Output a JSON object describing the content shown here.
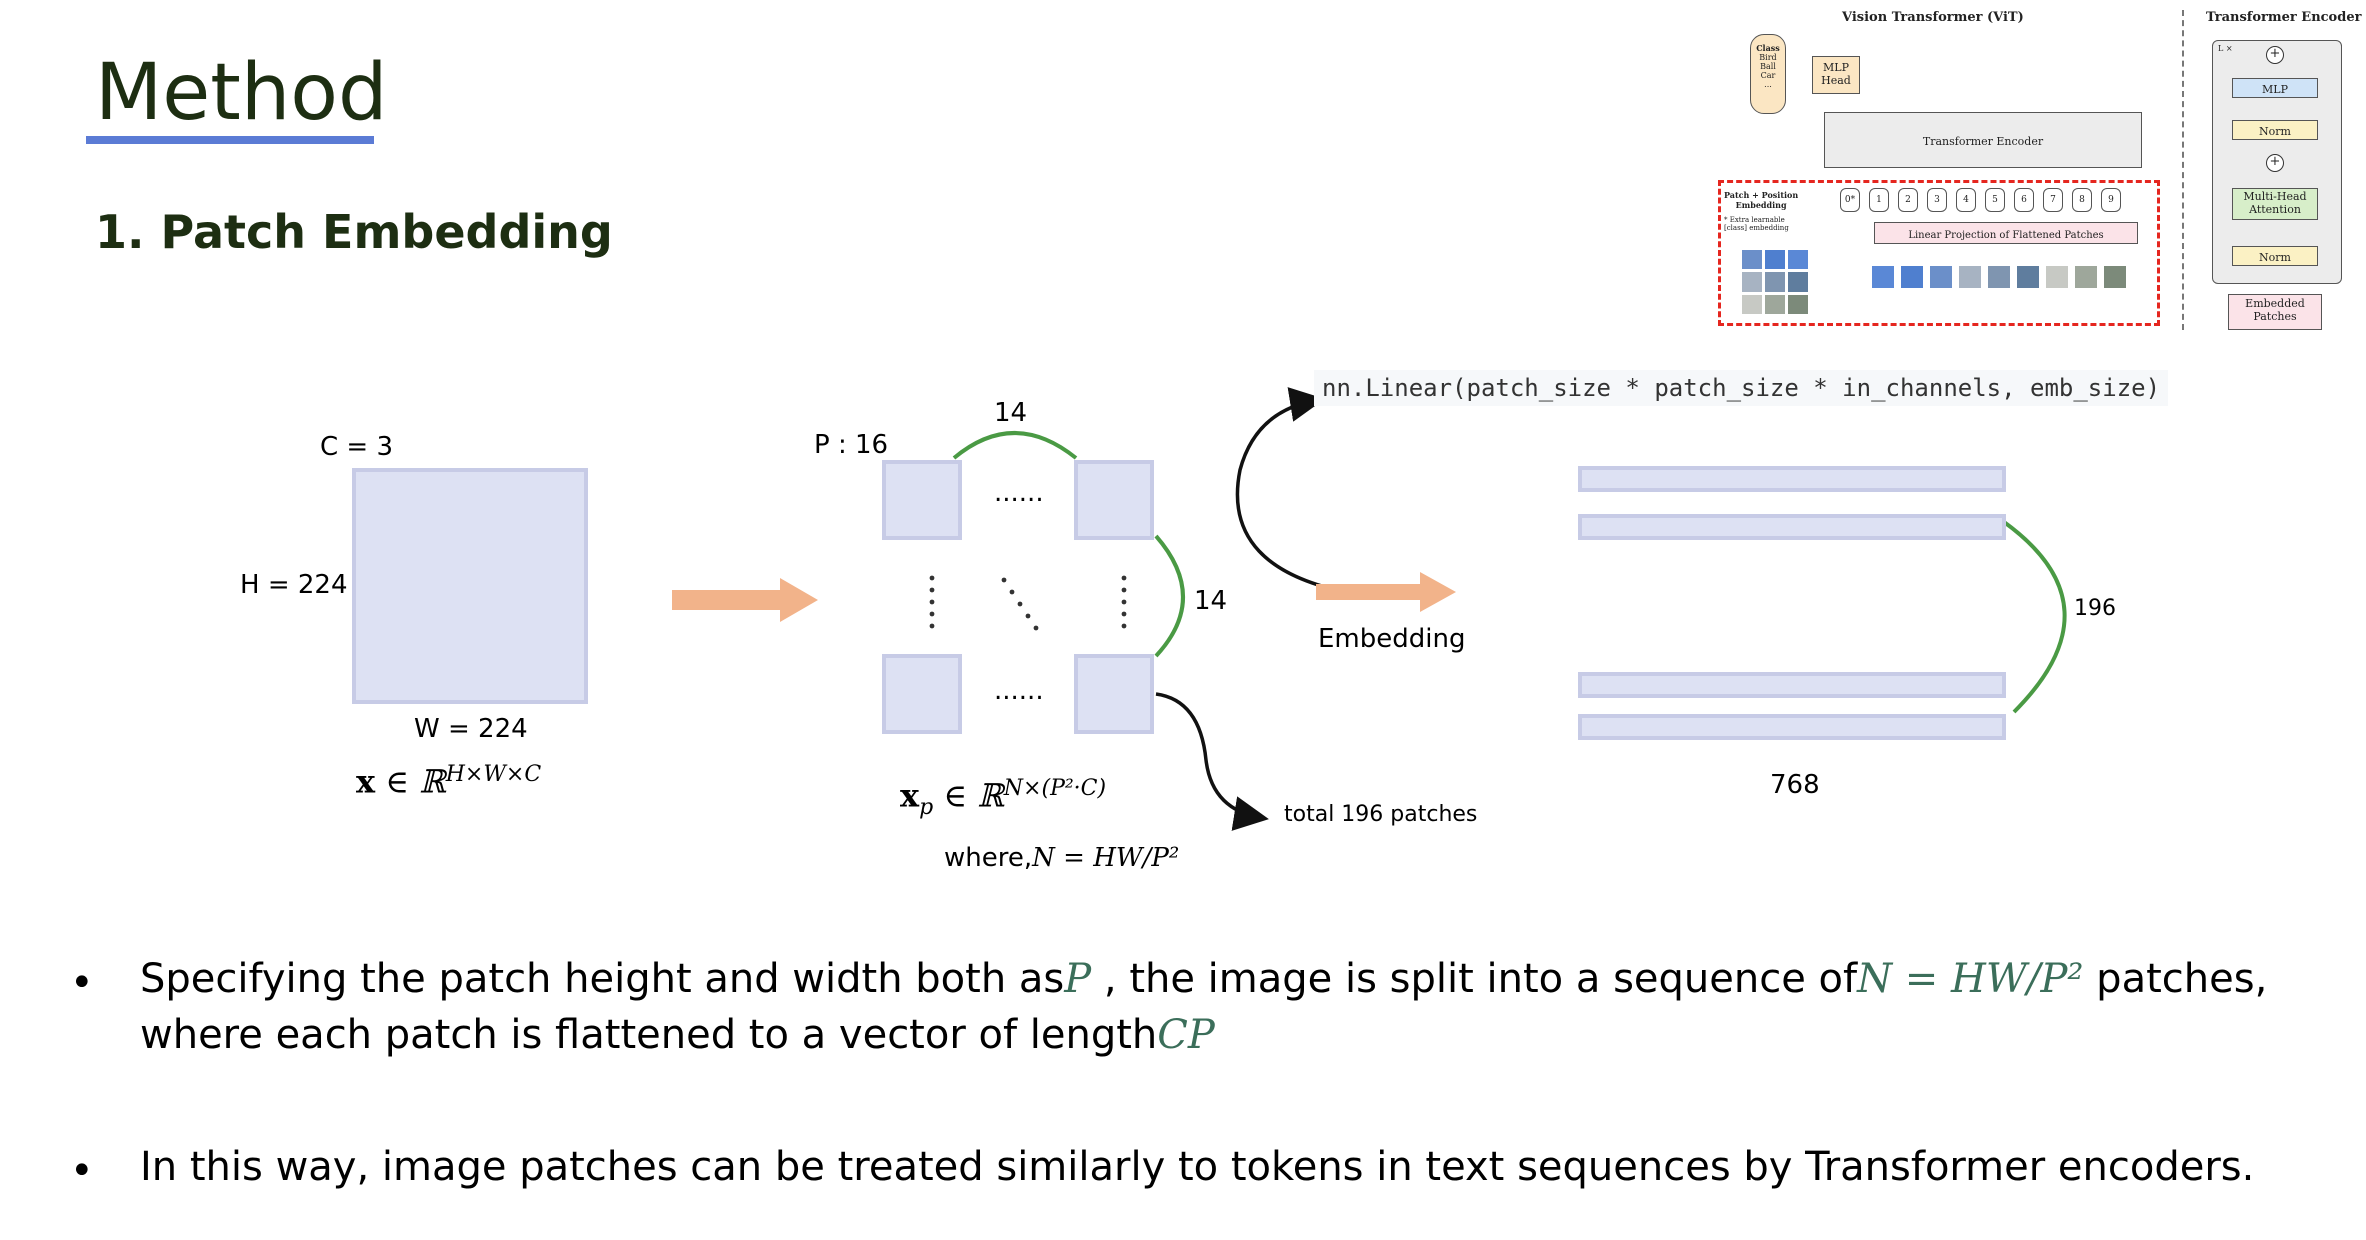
{
  "slide": {
    "title": "Method",
    "subtitle": "1. Patch Embedding"
  },
  "image_block": {
    "c_label": "C = 3",
    "h_label": "H = 224",
    "w_label": "W = 224",
    "formula": "x ∈ ℝ^{H×W×C}"
  },
  "patch_block": {
    "p_label": "P : 16",
    "top_count": "14",
    "side_count": "14",
    "dots_h": "......",
    "formula": "x_p ∈ ℝ^{N×(P²·C)}",
    "where_label": "where,",
    "where_formula": "N = HW/P²",
    "total_label": "total 196 patches"
  },
  "embedding_block": {
    "code": "nn.Linear(patch_size * patch_size * in_channels, emb_size)",
    "embedding_label": "Embedding",
    "count_label": "196",
    "dim_label": "768"
  },
  "bullets": [
    {
      "line1_a": "Specifying the patch height and width both as",
      "line1_math1": "P",
      "line1_b": " , the image is split into a sequence of",
      "line1_math2": "N  =  HW/P²",
      "line1_c": " patches,",
      "line2_a": "where each patch is flattened to a vector of length",
      "line2_math": "CP"
    },
    {
      "text": " In this way, image patches can be treated similarly to tokens in text sequences by Transformer encoders."
    }
  ],
  "vit_figure": {
    "title": "Vision Transformer (ViT)",
    "classes": [
      "Class",
      "Bird",
      "Ball",
      "Car",
      "..."
    ],
    "mlp_head": [
      "MLP",
      "Head"
    ],
    "encoder": "Transformer Encoder",
    "patch_pos": [
      "Patch + Position",
      "Embedding"
    ],
    "extra": [
      "* Extra learnable",
      "[class] embedding"
    ],
    "projection": "Linear Projection of Flattened Patches",
    "tokens": [
      "0*",
      "1",
      "2",
      "3",
      "4",
      "5",
      "6",
      "7",
      "8",
      "9"
    ]
  },
  "encoder_figure": {
    "title": "Transformer Encoder",
    "lx": "L ×",
    "mlp": "MLP",
    "norm1": "Norm",
    "mha": [
      "Multi-Head",
      "Attention"
    ],
    "norm2": "Norm",
    "embedded": [
      "Embedded",
      "Patches"
    ]
  },
  "colors": {
    "title": "#1d2e12",
    "underline": "#5b7bd5",
    "patch_fill": "#dde1f3",
    "arrow_orange": "#f2b38a",
    "curve_green": "#4a9a44",
    "dashed_red": "#e5261f"
  }
}
